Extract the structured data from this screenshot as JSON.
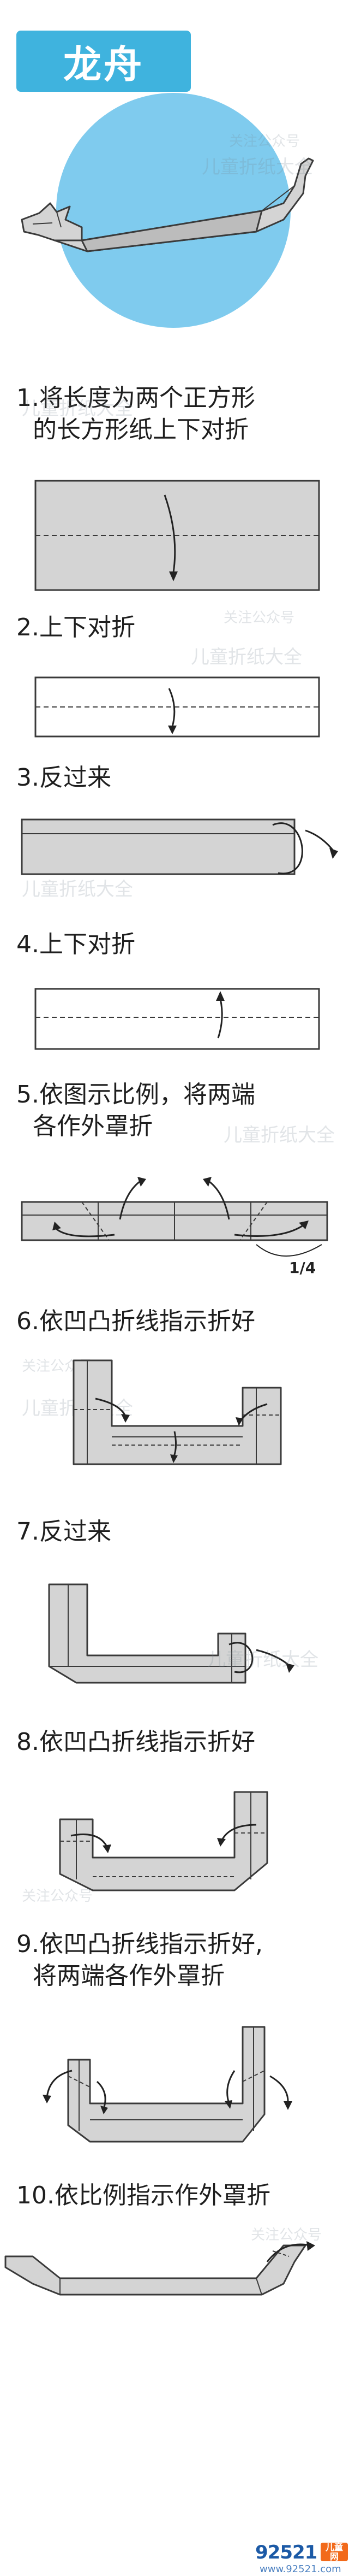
{
  "title": "龙舟",
  "watermark": {
    "line1": "关注公众号",
    "line2": "儿童折纸大全"
  },
  "steps": [
    {
      "number": "1.",
      "lines": [
        "将长度为两个正方形",
        "的长方形纸上下对折"
      ]
    },
    {
      "number": "2.",
      "lines": [
        "上下对折"
      ]
    },
    {
      "number": "3.",
      "lines": [
        "反过来"
      ]
    },
    {
      "number": "4.",
      "lines": [
        "上下对折"
      ]
    },
    {
      "number": "5.",
      "lines": [
        "依图示比例，将两端",
        "各作外罩折"
      ],
      "ratio": "1/4"
    },
    {
      "number": "6.",
      "lines": [
        "依凹凸折线指示折好"
      ]
    },
    {
      "number": "7.",
      "lines": [
        "反过来"
      ]
    },
    {
      "number": "8.",
      "lines": [
        "依凹凸折线指示折好"
      ]
    },
    {
      "number": "9.",
      "lines": [
        "依凹凸折线指示折好,",
        "将两端各作外罩折"
      ]
    },
    {
      "number": "10.",
      "lines": [
        "依比例指示作外罩折"
      ]
    }
  ],
  "footer": {
    "number": "92521",
    "tag_line1": "儿童",
    "tag_line2": "网",
    "site": "www.92521.com"
  },
  "colors": {
    "title_bg": "#3fb3de",
    "sun": "#7fcbee",
    "paper": "#d4d4d4",
    "paper_dark": "#bcbcbc",
    "outline": "#3a3a3a"
  }
}
